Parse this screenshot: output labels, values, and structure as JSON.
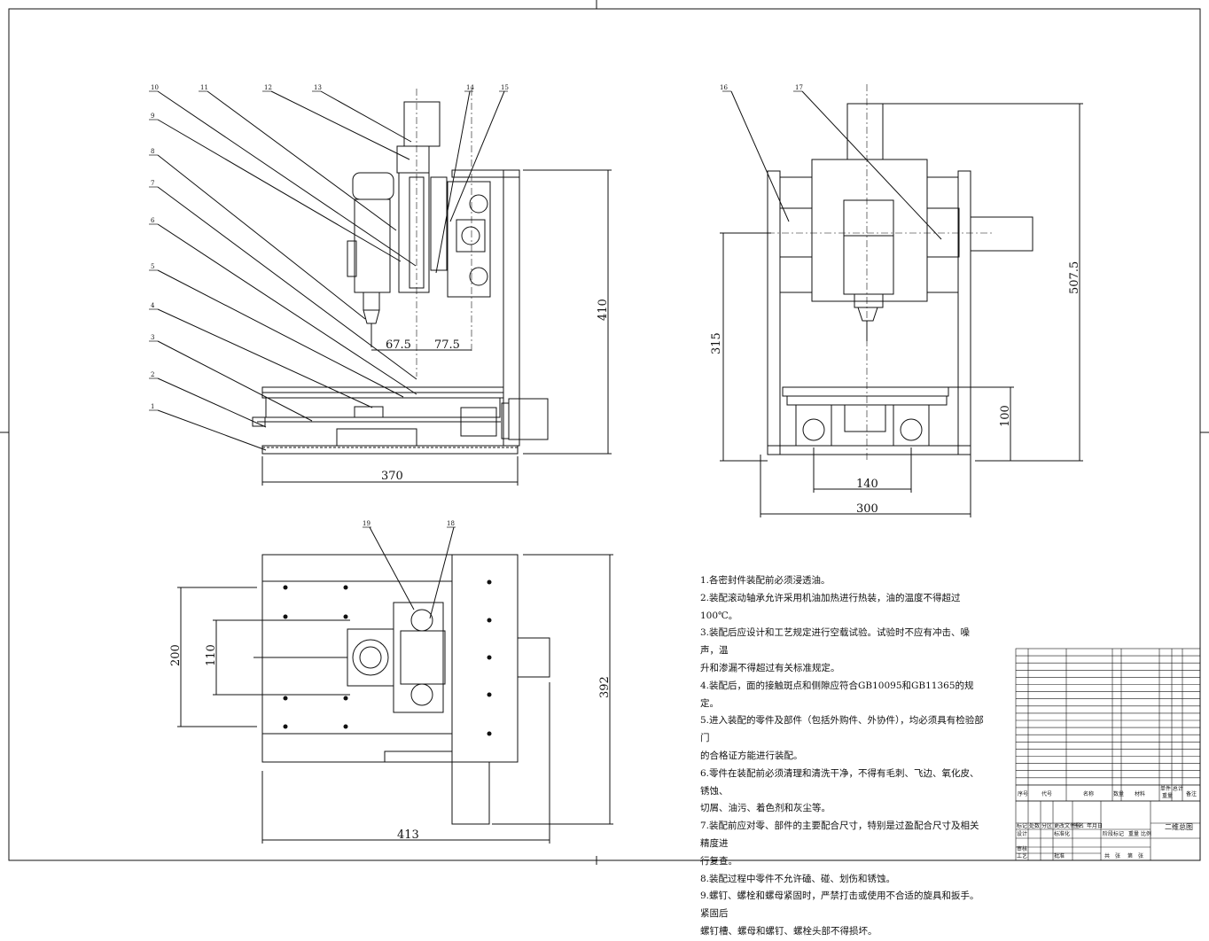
{
  "front_view": {
    "balloons": [
      "10",
      "11",
      "12",
      "13",
      "14",
      "15",
      "9",
      "8",
      "7",
      "6",
      "5",
      "4",
      "3",
      "2",
      "1"
    ],
    "dims": {
      "d370": "370",
      "d410": "410",
      "d675": "67.5",
      "d775": "77.5"
    }
  },
  "side_view": {
    "balloons": [
      "16",
      "17"
    ],
    "dims": {
      "d5075": "507.5",
      "d315": "315",
      "d100": "100",
      "d140": "140",
      "d300": "300"
    }
  },
  "top_view": {
    "balloons": [
      "19",
      "18"
    ],
    "dims": {
      "d200": "200",
      "d110": "110",
      "d392": "392",
      "d413": "413"
    }
  },
  "notes": [
    "1.各密封件装配前必须浸透油。",
    "2.装配滚动轴承允许采用机油加热进行热装，油的温度不得超过100℃。",
    "3.装配后应设计和工艺规定进行空载试验。试验时不应有冲击、噪声，温",
    "升和渗漏不得超过有关标准规定。",
    "4.装配后，面的接触斑点和侧隙应符合GB10095和GB11365的规定。",
    "5.进入装配的零件及部件（包括外购件、外协件），均必须具有检验部门",
    "的合格证方能进行装配。",
    "6.零件在装配前必须清理和清洗干净，不得有毛刺、飞边、氧化皮、锈蚀、",
    "切屑、油污、着色剂和灰尘等。",
    "7.装配前应对零、部件的主要配合尺寸，特别是过盈配合尺寸及相关精度进",
    "行复查。",
    "8.装配过程中零件不允许磕、碰、划伤和锈蚀。",
    "9.螺钉、螺栓和螺母紧固时，严禁打击或使用不合适的旋具和扳手。紧固后",
    "螺钉槽、螺母和螺钉、螺栓头部不得损坏。"
  ],
  "bom_header": {
    "seq": "序号",
    "code": "代号",
    "name": "名称",
    "qty": "数量",
    "material": "材料",
    "weight": "单件 总计",
    "weight2": "重量",
    "remark": "备注"
  },
  "title_block": {
    "drawing_name": "二维总图",
    "labels": [
      "标记",
      "处数",
      "分区",
      "更改文件号",
      "签名",
      "年月日",
      "设计",
      "标准化",
      "阶段标记",
      "重量",
      "比例",
      "审核",
      "工艺",
      "批准",
      "共",
      "张",
      "第",
      "张"
    ]
  }
}
